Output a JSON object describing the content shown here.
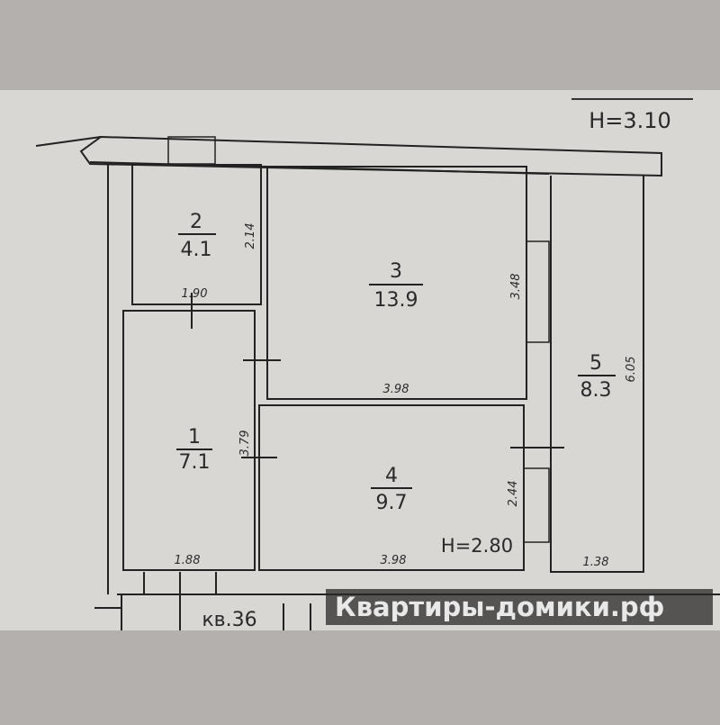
{
  "plan": {
    "ceiling_top": "H=3.10",
    "ceiling_room4": "H=2.80",
    "apartment": "кв.36",
    "rooms": [
      {
        "number": "1",
        "area": "7.1"
      },
      {
        "number": "2",
        "area": "4.1"
      },
      {
        "number": "3",
        "area": "13.9"
      },
      {
        "number": "4",
        "area": "9.7"
      },
      {
        "number": "5",
        "area": "8.3"
      }
    ],
    "dimensions": {
      "room2_height": "2.14",
      "room2_width": "1.90",
      "room3_height": "3.48",
      "room3_width": "3.98",
      "room1_height": "3.79",
      "room1_width": "1.88",
      "room4_height": "2.44",
      "room4_width": "3.98",
      "room5_height": "6.05",
      "room5_width": "1.38"
    }
  },
  "watermark": {
    "text": "Квартиры-домики.рф",
    "accent": "#7dbb3c"
  }
}
